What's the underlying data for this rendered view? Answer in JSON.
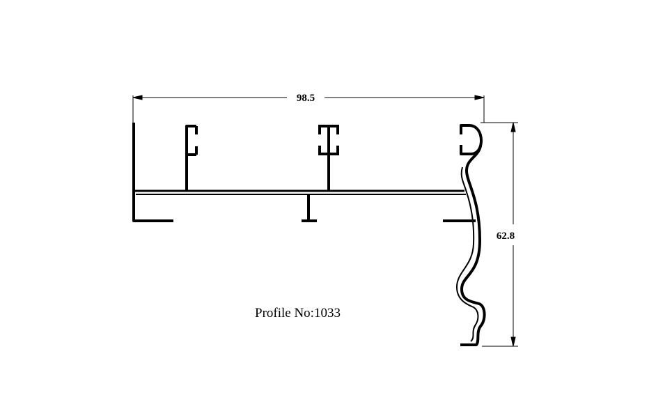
{
  "drawing": {
    "width_dimension": "98.5",
    "height_dimension": "62.8",
    "profile_label": "Profile No:1033"
  },
  "colors": {
    "line": "#000000",
    "background": "#ffffff"
  }
}
